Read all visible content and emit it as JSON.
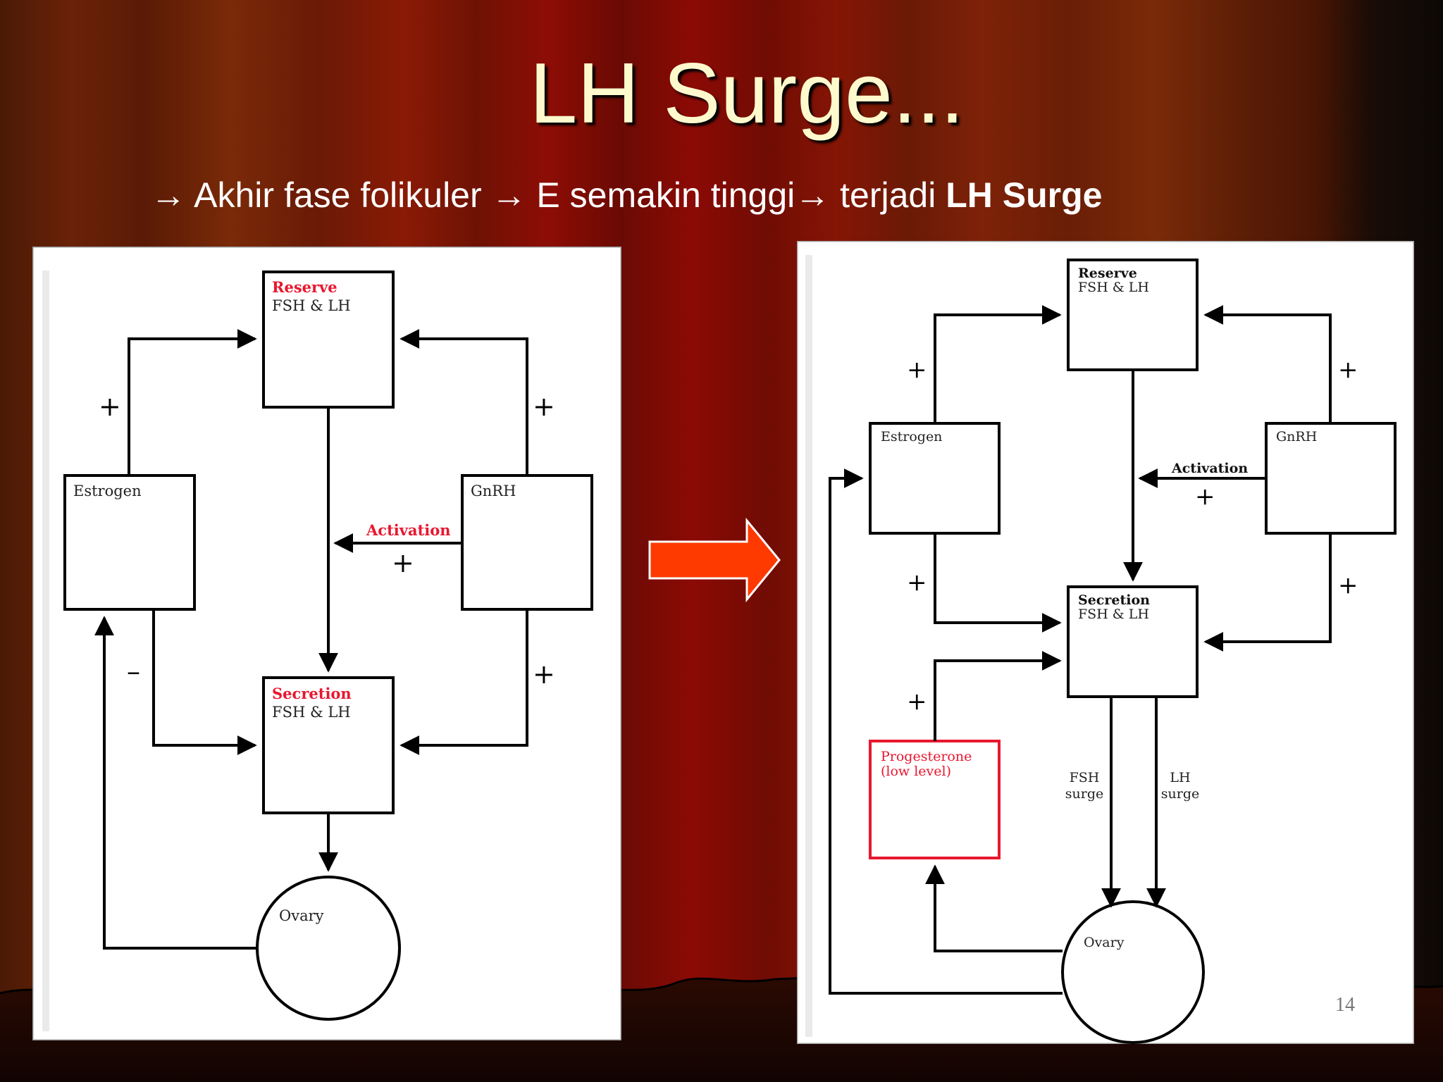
{
  "slide": {
    "title": "LH Surge...",
    "subtitle_parts": [
      "→ Akhir fase folikuler → E semakin tinggi→ terjadi ",
      "LH Surge"
    ],
    "slide_number": "14",
    "colors": {
      "title": "#fffacd",
      "accent_red": "#e8172f",
      "arrow": "#ff3a00"
    }
  },
  "left_diagram": {
    "reserve_title": "Reserve",
    "reserve_sub": "FSH & LH",
    "estrogen": "Estrogen",
    "gnrh": "GnRH",
    "activation": "Activation",
    "secretion_title": "Secretion",
    "secretion_sub": "FSH & LH",
    "ovary": "Ovary",
    "plus": "+",
    "minus": "–"
  },
  "right_diagram": {
    "reserve_title": "Reserve",
    "reserve_sub": "FSH & LH",
    "estrogen": "Estrogen",
    "gnrh": "GnRH",
    "activation": "Activation",
    "secretion_title": "Secretion",
    "secretion_sub": "FSH & LH",
    "progesterone_line1": "Progesterone",
    "progesterone_line2": "(low level)",
    "fsh": "FSH",
    "lh": "LH",
    "surge": "surge",
    "ovary": "Ovary",
    "plus": "+"
  }
}
